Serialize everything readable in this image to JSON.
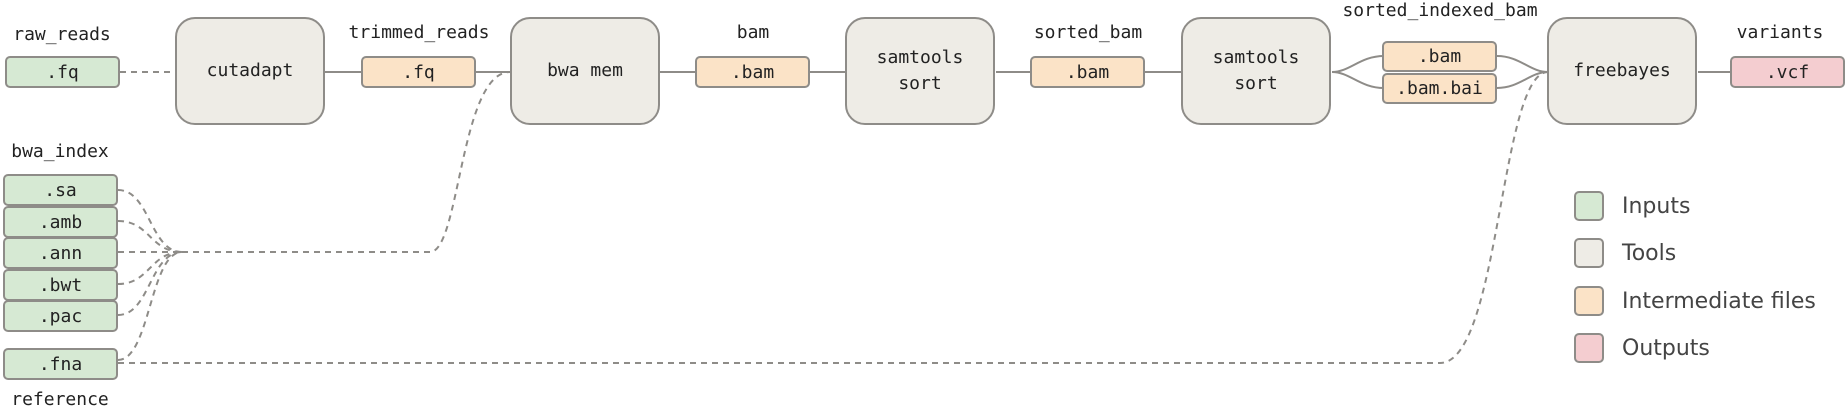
{
  "colors": {
    "input": "#d6e9d3",
    "tool": "#eeece6",
    "intermediate": "#fbe3c7",
    "output": "#f4cdd0",
    "border": "#8e8c88",
    "edge": "#8e8c88"
  },
  "labels": {
    "raw_reads": "raw_reads",
    "trimmed_reads": "trimmed_reads",
    "bam": "bam",
    "sorted_bam": "sorted_bam",
    "sorted_indexed_bam": "sorted_indexed_bam",
    "variants": "variants",
    "bwa_index": "bwa_index",
    "reference": "reference"
  },
  "tools": {
    "cutadapt": [
      "cutadapt"
    ],
    "bwa_mem": [
      "bwa mem"
    ],
    "samtools_sort_1": [
      "samtools",
      "sort"
    ],
    "samtools_sort_2": [
      "samtools",
      "sort"
    ],
    "freebayes": [
      "freebayes"
    ]
  },
  "files": {
    "raw_fq": ".fq",
    "trimmed_fq": ".fq",
    "bam": ".bam",
    "sorted_bam": ".bam",
    "indexed_bam": ".bam",
    "indexed_bai": ".bam.bai",
    "vcf": ".vcf",
    "sa": ".sa",
    "amb": ".amb",
    "ann": ".ann",
    "bwt": ".bwt",
    "pac": ".pac",
    "fna": ".fna"
  },
  "legend": [
    {
      "label": "Inputs",
      "kind": "input"
    },
    {
      "label": "Tools",
      "kind": "tool"
    },
    {
      "label": "Intermediate files",
      "kind": "intermediate"
    },
    {
      "label": "Outputs",
      "kind": "output"
    }
  ]
}
